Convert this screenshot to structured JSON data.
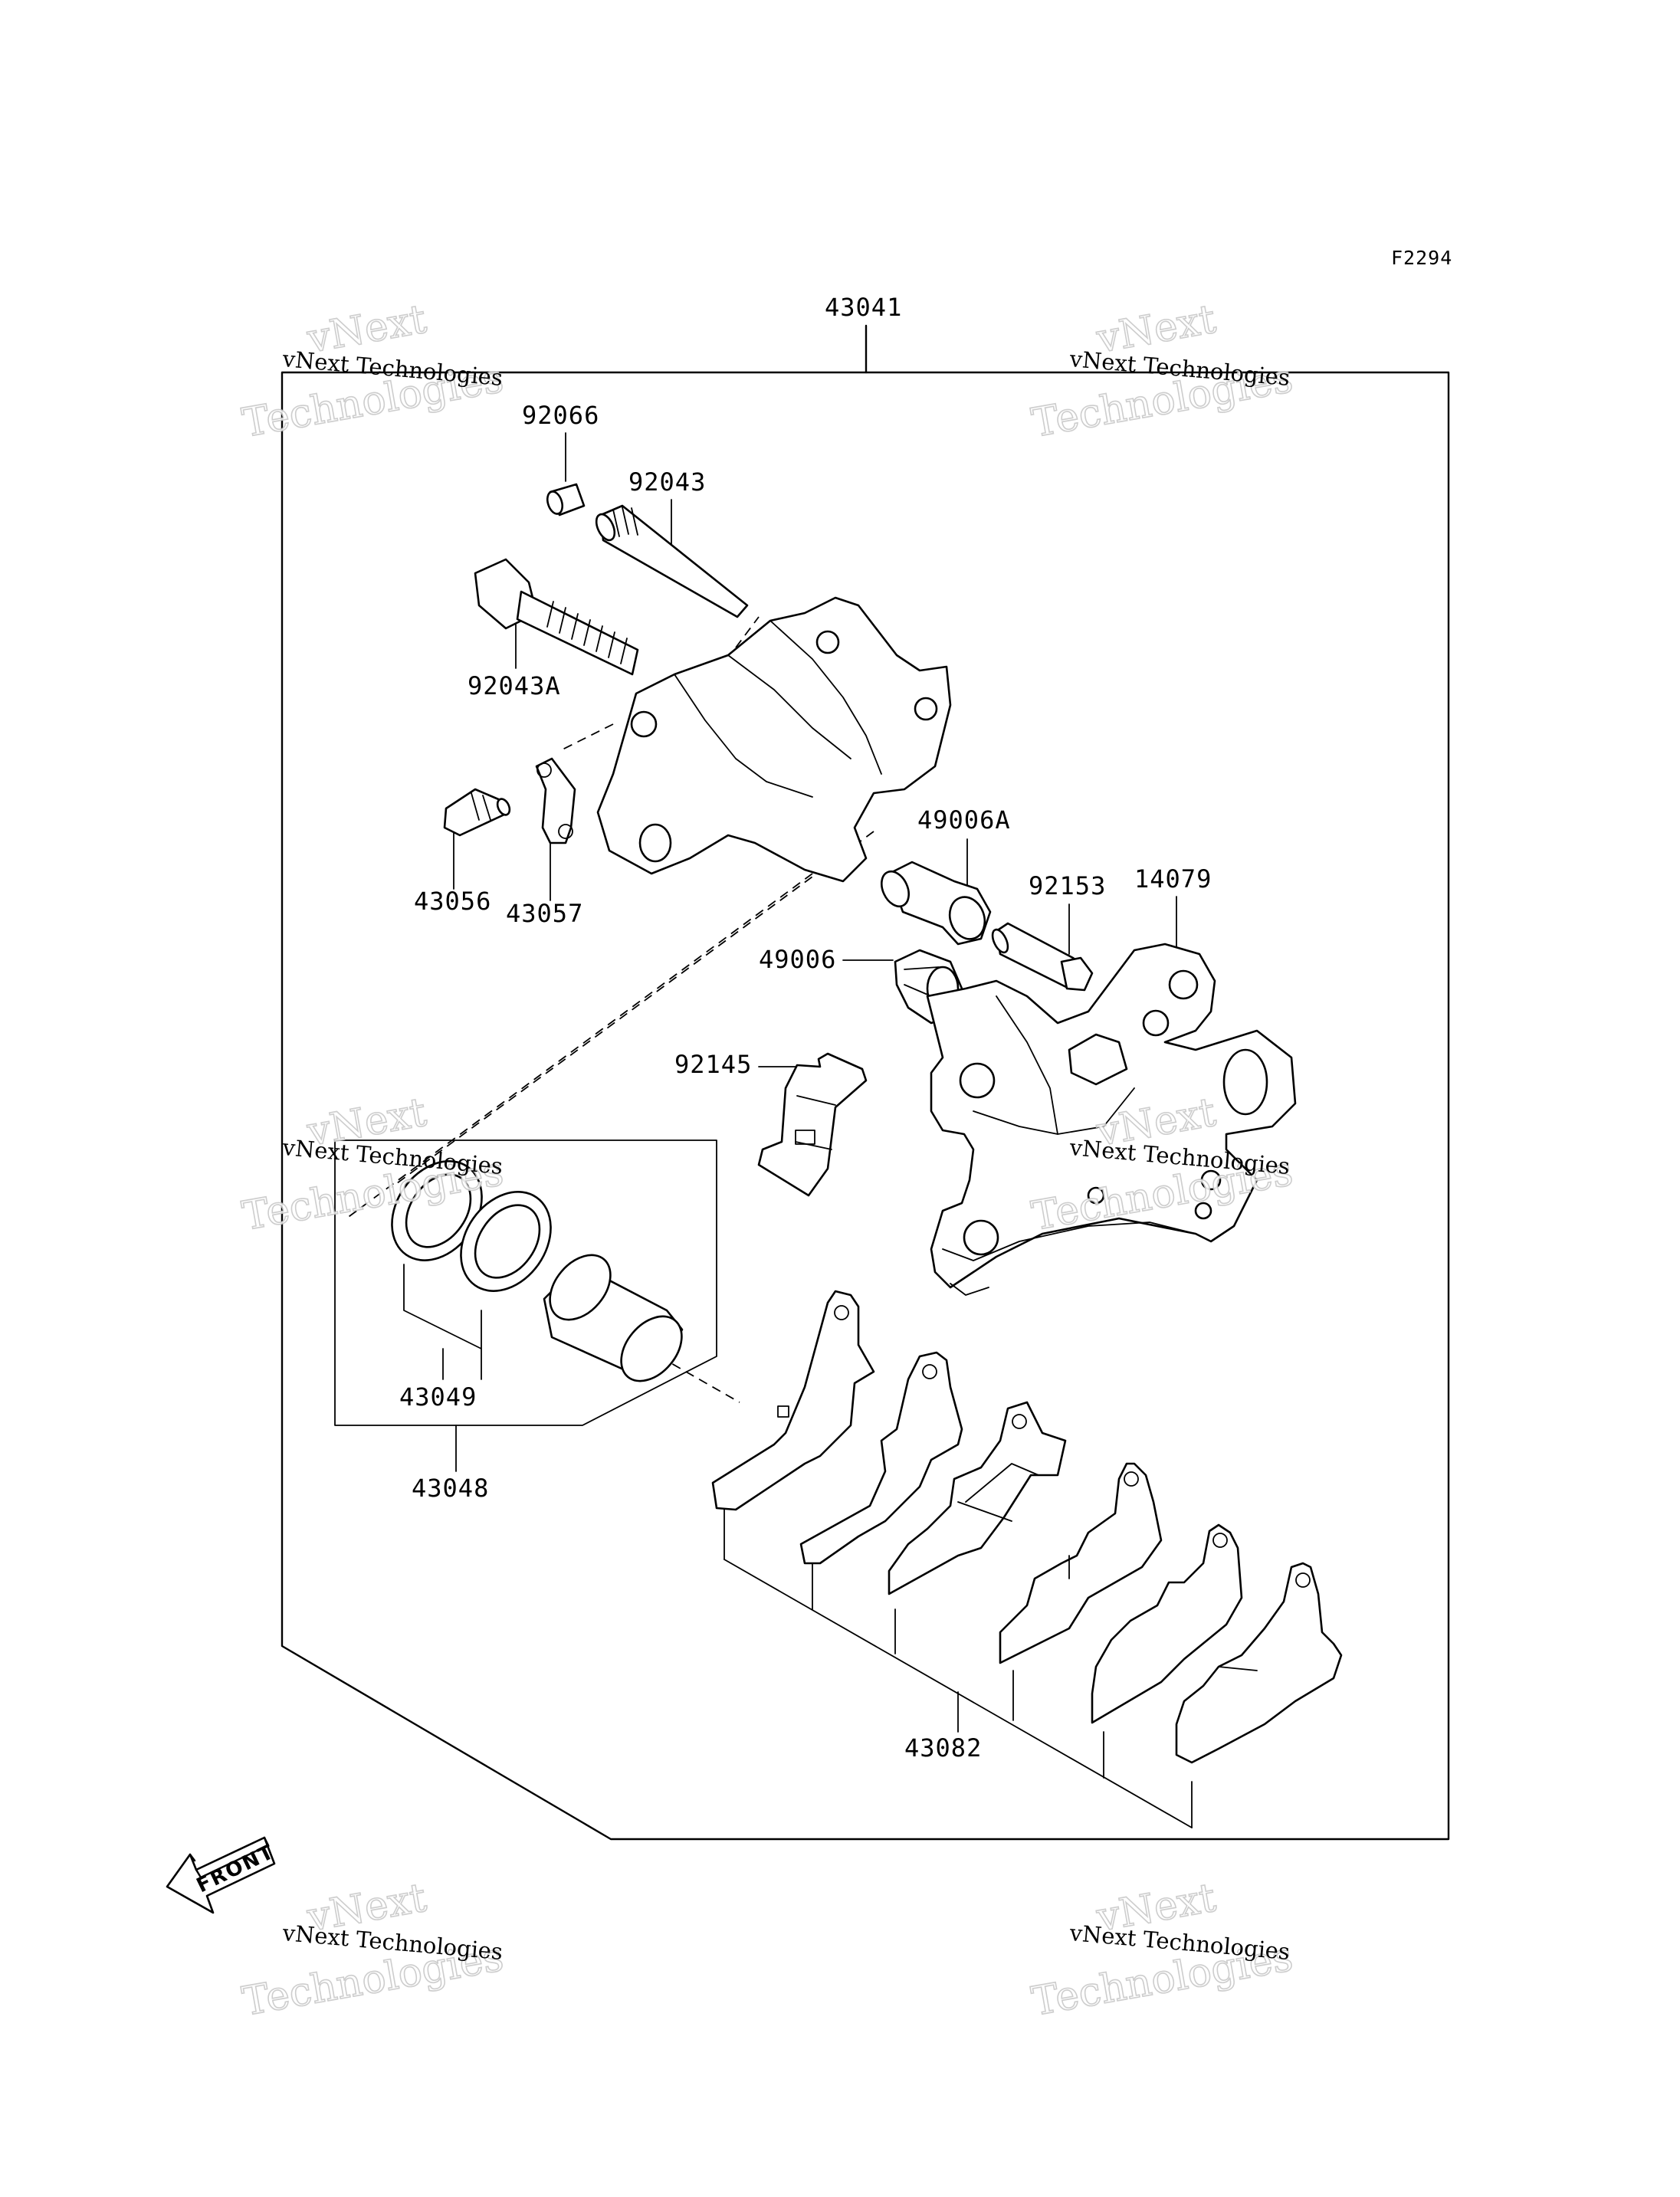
{
  "figure_code": "F2294",
  "assembly_label": "43041",
  "parts": {
    "p92066": "92066",
    "p92043": "92043",
    "p92043A": "92043A",
    "p43056": "43056",
    "p43057": "43057",
    "p49006A": "49006A",
    "p92153": "92153",
    "p14079": "14079",
    "p49006": "49006",
    "p92145": "92145",
    "p43049": "43049",
    "p43048": "43048",
    "p43082": "43082"
  },
  "front_label": "FRONT",
  "watermark": {
    "line1": "vNext",
    "line2": "Technologies",
    "caption": "vNext Technologies"
  }
}
